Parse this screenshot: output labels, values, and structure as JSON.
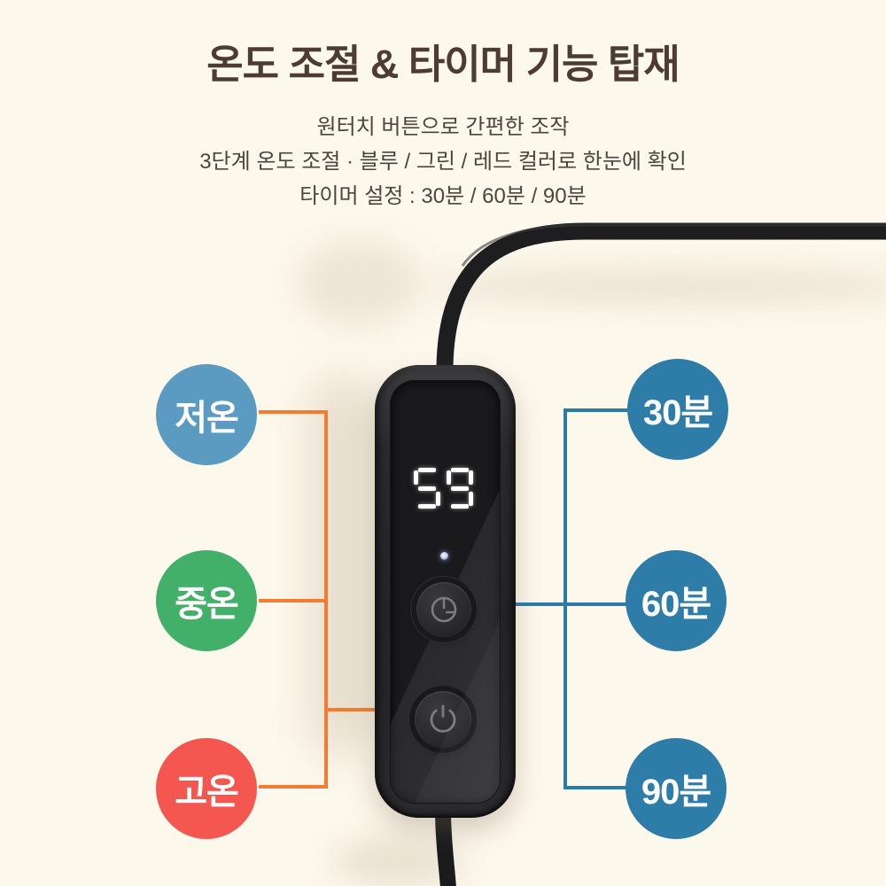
{
  "header": {
    "title": "온도 조절 & 타이머 기능 탑재",
    "subtitle_lines": [
      "원터치 버튼으로 간편한 조작",
      "3단계 온도 조절 · 블루 / 그린 / 레드 컬러로 한눈에 확인",
      "타이머 설정 : 30분 / 60분 / 90분"
    ]
  },
  "temperature_levels": {
    "items": [
      {
        "label": "저온",
        "color": "#5b9bc1"
      },
      {
        "label": "중온",
        "color": "#43b069"
      },
      {
        "label": "고온",
        "color": "#f4574f"
      }
    ]
  },
  "timer_options": {
    "items": [
      {
        "label": "30분",
        "color": "#2e7ca8"
      },
      {
        "label": "60분",
        "color": "#2e7ca8"
      },
      {
        "label": "90분",
        "color": "#2e7ca8"
      }
    ]
  },
  "controller": {
    "display_value": "59",
    "buttons": [
      {
        "name": "timer-button",
        "icon": "clock-icon"
      },
      {
        "name": "power-button",
        "icon": "power-icon"
      }
    ],
    "indicator": {
      "icon": "led-indicator-dot"
    }
  },
  "colors": {
    "background": "#fdf8ec",
    "title_text": "#4e3b32",
    "subtitle_text": "#4c453e",
    "connector_orange": "#f57b35",
    "connector_blue": "#2a7ba9",
    "timer_bubble": "#2e7ca8",
    "label_text": "#ffffff"
  }
}
